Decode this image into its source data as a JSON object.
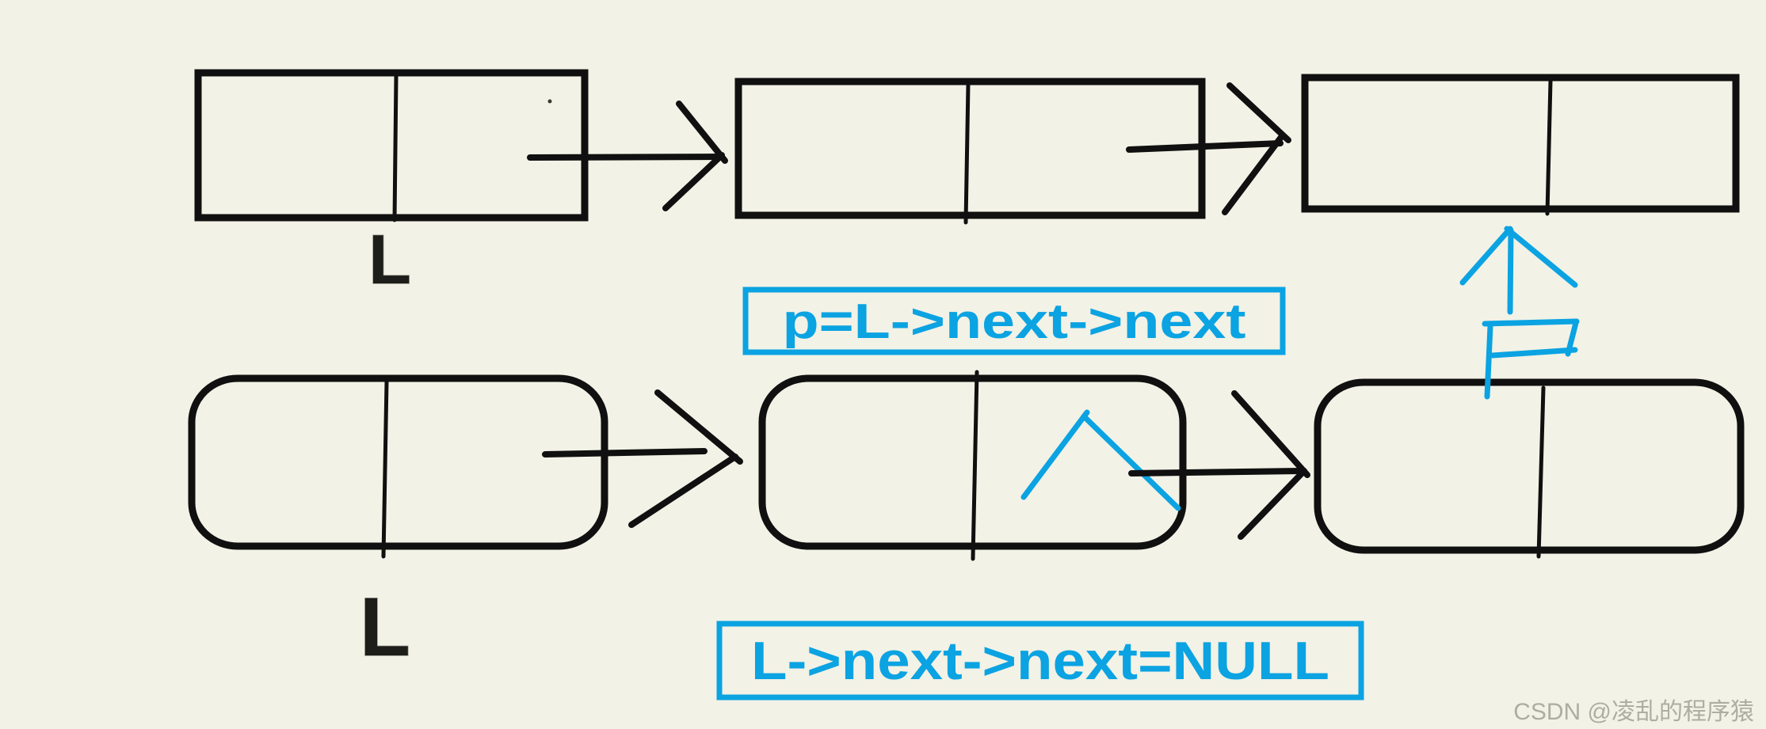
{
  "colors": {
    "background": "#f2f2e6",
    "ink": "#101010",
    "blue": "#0ba3e2",
    "head_label": "#1d1d1a",
    "watermark": "#a6a69a"
  },
  "diagram": {
    "top_list": {
      "head_label": "L",
      "nodes": [
        {
          "data": "",
          "next": ""
        },
        {
          "data": "",
          "next": ""
        },
        {
          "data": "",
          "next": ""
        }
      ]
    },
    "bottom_list": {
      "head_label": "L",
      "nodes": [
        {
          "data": "",
          "next": ""
        },
        {
          "data": "",
          "next": ""
        },
        {
          "data": "",
          "next": ""
        }
      ]
    },
    "annotations": {
      "p_assignment": "p=L->next->next",
      "null_assignment": "L->next->next=NULL"
    }
  },
  "watermark": "CSDN @凌乱的程序猿"
}
